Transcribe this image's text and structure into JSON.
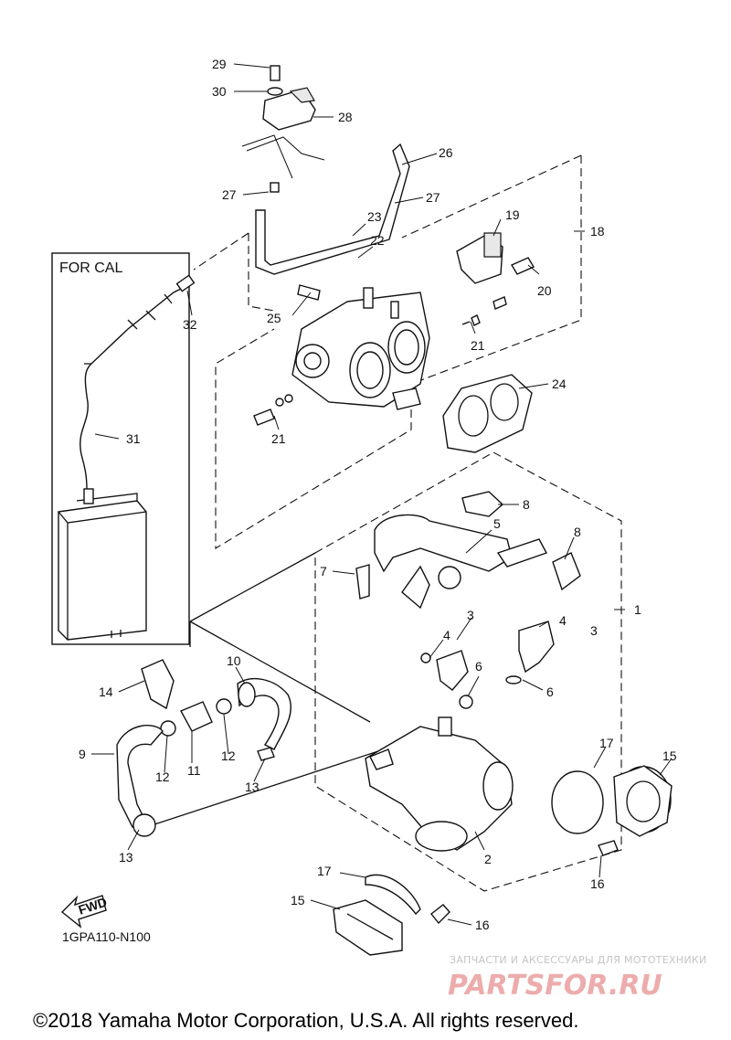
{
  "labels": {
    "for_cal": "FOR CAL",
    "diagram_code": "1GPA110-N100",
    "fwd": "FWD"
  },
  "callouts": [
    "29",
    "30",
    "28",
    "27",
    "26",
    "27",
    "23",
    "22",
    "19",
    "18",
    "20",
    "25",
    "21",
    "21",
    "24",
    "32",
    "31",
    "8",
    "5",
    "8",
    "7",
    "1",
    "4",
    "3",
    "4",
    "3",
    "6",
    "6",
    "14",
    "10",
    "9",
    "11",
    "12",
    "12",
    "13",
    "13",
    "17",
    "15",
    "2",
    "16",
    "17",
    "15",
    "16"
  ],
  "watermark": {
    "subtitle": "ЗАПЧАСТИ И АКСЕССУАРЫ ДЛЯ МОТОТЕХНИКИ",
    "brand": "PARTSFOR.RU"
  },
  "footer": {
    "copyright": "©2018 Yamaha Motor Corporation, U.S.A. All rights reserved."
  }
}
